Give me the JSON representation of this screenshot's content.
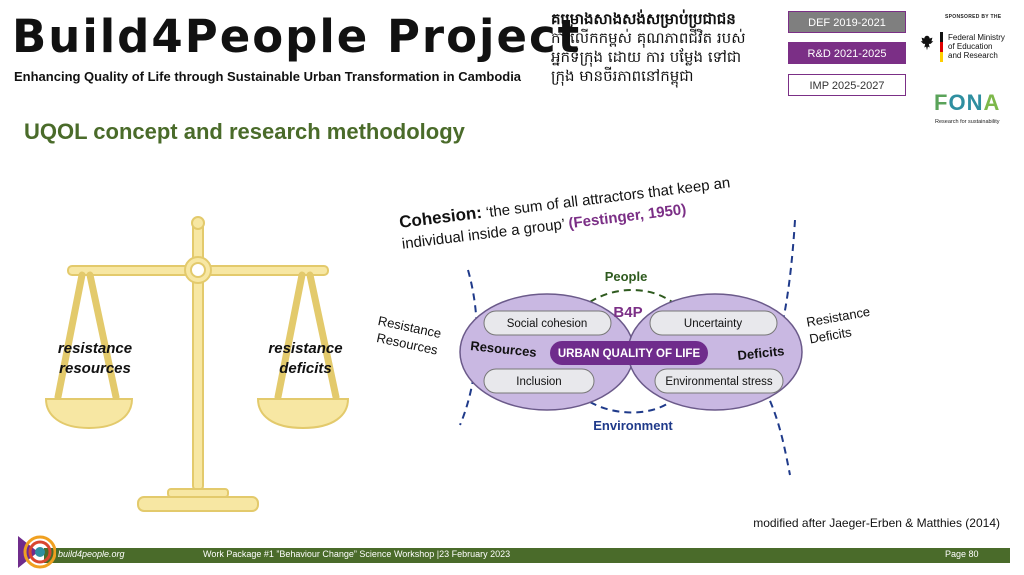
{
  "header": {
    "title": "Build4People Project",
    "subtitle": "Enhancing Quality of Life through Sustainable Urban Transformation in Cambodia",
    "khmer_title": "គម្រោងសាងសង់សម្រាប់ប្រជាជន",
    "khmer_lines": [
      "ការលើកកម្ពស់ គុណភាពជីវិត របស់",
      "អ្នកទីក្រុង ដោយ ការ បម្លែង ទៅជា",
      "ក្រុង មានចីរភាពនៅកម្ពុជា"
    ],
    "phases": [
      "DEF 2019-2021",
      "R&D 2021-2025",
      "IMP 2025-2027"
    ],
    "sponsor_label": "SPONSORED BY THE",
    "ministry_lines": [
      "Federal Ministry",
      "of Education",
      "and Research"
    ],
    "fona": "FONA",
    "fona_tagline": "Research for sustainability"
  },
  "section_title": "UQOL concept and research methodology",
  "scale": {
    "left_label_1": "resistance",
    "left_label_2": "resources",
    "right_label_1": "resistance",
    "right_label_2": "deficits",
    "color": "#f7e7a3",
    "stroke": "#e3ca6c"
  },
  "cohesion": {
    "key": "Cohesion:",
    "text_1": "‘the sum of all attractors that keep an",
    "text_2": "individual inside a group’",
    "cite": "(Festinger, 1950)"
  },
  "diagram": {
    "people": "People",
    "environment": "Environment",
    "b4p": "B4P",
    "resources": "Resources",
    "deficits": "Deficits",
    "center": "URBAN QUALITY OF LIFE",
    "pills": {
      "social_cohesion": "Social cohesion",
      "inclusion": "Inclusion",
      "uncertainty": "Uncertainty",
      "environmental_stress": "Environmental stress"
    },
    "side_left_1": "Resistance",
    "side_left_2": "Resources",
    "side_right_1": "Resistance",
    "side_right_2": "Deficits",
    "colors": {
      "purple": "#6f2c8c",
      "lavender": "#c9b8e2",
      "green": "#2e5a1e",
      "navy": "#1f3a8a"
    }
  },
  "citation": "modified after Jaeger-Erben & Matthies (2014)",
  "footer": {
    "site": "build4people.org",
    "center": "Work Package #1 ”Behaviour Change” Science Workshop |23 February 2023",
    "page": "Page 80"
  }
}
